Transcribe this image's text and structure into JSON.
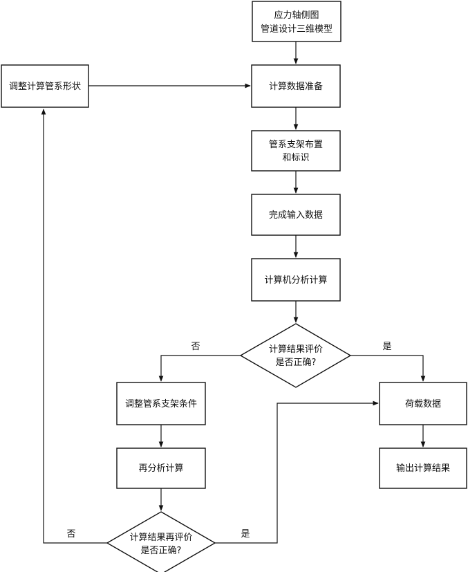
{
  "nodes": {
    "stress_diagram": [
      "应力轴侧图",
      "管道设计三维模型"
    ],
    "adjust_shape": [
      "调整计算管系形状"
    ],
    "data_prep": [
      "计算数据准备"
    ],
    "support_layout": [
      "管系支架布置",
      "和标识"
    ],
    "input_done": [
      "完成输入数据"
    ],
    "computer_calc": [
      "计算机分析计算"
    ],
    "evaluate": [
      "计算结果评价",
      "是否正确?"
    ],
    "adjust_support": [
      "调整管系支架条件"
    ],
    "load_data": [
      "荷载数据"
    ],
    "reanalyze": [
      "再分析计算"
    ],
    "output": [
      "输出计算结果"
    ],
    "reevaluate": [
      "计算结果再评价",
      "是否正确?"
    ]
  },
  "edge_labels": {
    "evaluate_no": "否",
    "evaluate_yes": "是",
    "reevaluate_no": "否",
    "reevaluate_yes": "是"
  },
  "colors": {
    "line": "#111111",
    "background": "#ffffff"
  }
}
